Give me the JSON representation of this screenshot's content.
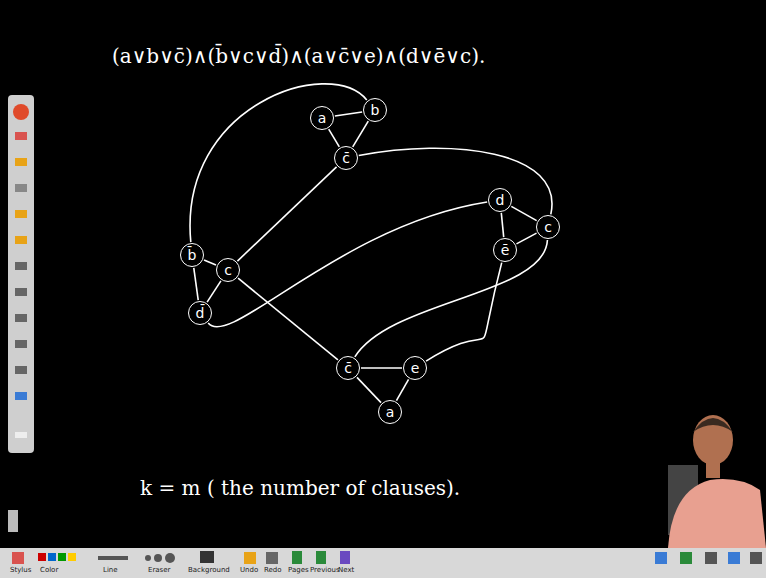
{
  "diagram": {
    "nodes": [
      {
        "text": [
          "a"
        ]
      },
      {
        "text": [
          "b"
        ]
      },
      {
        "text": [
          "c̄"
        ]
      },
      {
        "text": [
          "d"
        ]
      },
      {
        "text": [
          "c"
        ]
      },
      {
        "text": [
          "b̄"
        ]
      },
      {
        "text": [
          "c"
        ]
      },
      {
        "text": [
          "ē"
        ]
      },
      {
        "text": [
          "d̄"
        ]
      },
      {
        "text": [
          "c̄"
        ]
      },
      {
        "text": [
          "e"
        ]
      },
      {
        "text": [
          "a"
        ]
      }
    ],
    "edges": [
      {
        "from": 0,
        "to": 1,
        "arrow": "none"
      },
      {
        "from": 0,
        "to": 2,
        "arrow": "none"
      },
      {
        "from": 1,
        "to": 2,
        "arrow": "none"
      },
      {
        "from": 5,
        "to": 6,
        "arrow": "none"
      },
      {
        "from": 5,
        "to": 8,
        "arrow": "none"
      },
      {
        "from": 6,
        "to": 8,
        "arrow": "none"
      },
      {
        "from": 9,
        "to": 10,
        "arrow": "none"
      },
      {
        "from": 9,
        "to": 11,
        "arrow": "none"
      },
      {
        "from": 10,
        "to": 11,
        "arrow": "none"
      },
      {
        "from": 3,
        "to": 7,
        "arrow": "none"
      },
      {
        "from": 3,
        "to": 4,
        "arrow": "none"
      },
      {
        "from": 7,
        "to": 4,
        "arrow": "none"
      },
      {
        "from": 2,
        "to": 6,
        "arrow": "none"
      },
      {
        "from": 2,
        "to": 4,
        "arrow": "none"
      },
      {
        "from": 1,
        "to": 5,
        "arrow": "none"
      },
      {
        "from": 6,
        "to": 9,
        "arrow": "none"
      },
      {
        "from": 8,
        "to": 3,
        "arrow": "none"
      },
      {
        "from": 7,
        "to": 10,
        "arrow": "none"
      },
      {
        "from": 4,
        "to": 9,
        "arrow": "none"
      }
    ],
    "labels": [
      "(a∨b∨c̄)∧(b̄∨c∨d̄)∧(a∨c̄∨e)∧(d∨ē∨c).",
      "k = m ( the number of clauses).",
      "Stylus",
      "Color",
      "Line",
      "Eraser",
      "Background",
      "Undo",
      "Redo",
      "Pages",
      "Previous",
      "Next"
    ]
  }
}
